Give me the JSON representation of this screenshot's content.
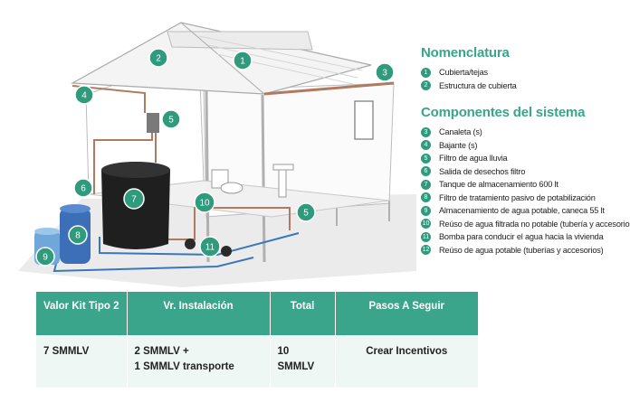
{
  "diagram_badges": [
    "1",
    "2",
    "3",
    "4",
    "5",
    "5",
    "6",
    "7",
    "8",
    "9",
    "10",
    "11"
  ],
  "legend": {
    "title1": "Nomenclatura",
    "items1": [
      {
        "num": "1",
        "text": "Cubierta/tejas"
      },
      {
        "num": "2",
        "text": "Estructura de cubierta"
      }
    ],
    "title2": "Componentes del sistema",
    "items2": [
      {
        "num": "3",
        "text": "Canaleta (s)"
      },
      {
        "num": "4",
        "text": "Bajante (s)"
      },
      {
        "num": "5",
        "text": "Filtro de agua lluvia"
      },
      {
        "num": "6",
        "text": "Salida de desechos filtro"
      },
      {
        "num": "7",
        "text": "Tanque de almacenamiento 600 lt"
      },
      {
        "num": "8",
        "text": "Filtro de tratamiento pasivo de potabilización"
      },
      {
        "num": "9",
        "text": "Almacenamiento de agua potable, caneca 55 lt"
      },
      {
        "num": "10",
        "text": "Reúso de agua filtrada no potable (tubería y accesorios)"
      },
      {
        "num": "11",
        "text": "Bomba para conducir el agua hacia la vivienda"
      },
      {
        "num": "12",
        "text": "Reúso de agua potable (tuberías y accesorios)"
      }
    ]
  },
  "table": {
    "headers": [
      "Valor Kit Tipo 2",
      "Vr. Instalación",
      "Total",
      "Pasos A Seguir"
    ],
    "row": {
      "valor": "7 SMMLV",
      "instalacion_line1": "2 SMMLV +",
      "instalacion_line2": "1 SMMLV transporte",
      "total_line1": "10",
      "total_line2": "SMMLV",
      "pasos": "Crear Incentivos"
    }
  },
  "colors": {
    "accent": "#3aa58a",
    "badge": "#2f9a7c",
    "pipe": "#b07a60",
    "tank": "#1f1f1f",
    "blue_tank": "#3c6fb8"
  }
}
